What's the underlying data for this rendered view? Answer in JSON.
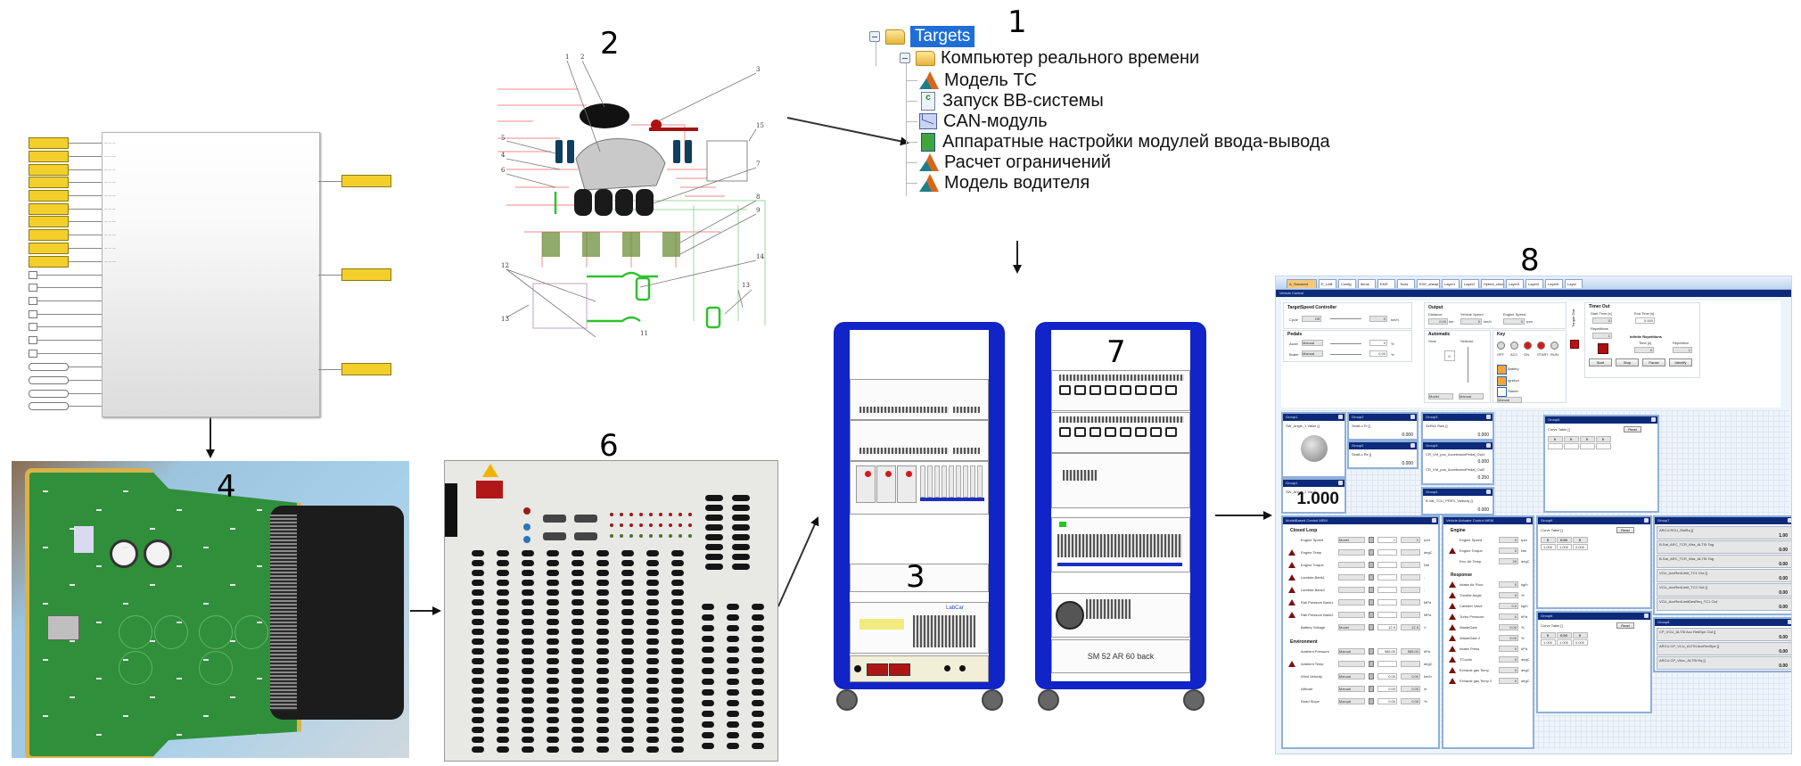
{
  "panel_numbers": {
    "p1": "1",
    "p2": "2",
    "p3": "3",
    "p4": "4",
    "p5": "5",
    "p6": "6",
    "p7": "7",
    "p8": "8"
  },
  "tree": {
    "root": {
      "label": "Targets",
      "icon": "folder-icon",
      "expanded": true,
      "selected": true
    },
    "computer": {
      "label": "Компьютер реального времени",
      "icon": "folder-icon",
      "expanded": true
    },
    "children": [
      {
        "label": "Модель ТС",
        "icon": "simulink-model-icon"
      },
      {
        "label": "Запуск ВВ-системы",
        "icon": "c-script-icon"
      },
      {
        "label": "CAN-модуль",
        "icon": "can-module-icon"
      },
      {
        "label": "Аппаратные настройки модулей ввода-вывода",
        "icon": "io-hardware-icon"
      },
      {
        "label": "Расчет ограничений",
        "icon": "simulink-model-icon"
      },
      {
        "label": "Модель водителя",
        "icon": "simulink-model-icon"
      }
    ],
    "highlight_color": "#1f6ed8"
  },
  "rack7": {
    "bottom_label": "SM 52 AR 60 back"
  },
  "rack3": {
    "brand_label": "LabCar"
  },
  "dashboard": {
    "tabs": [
      "A_Standard",
      "E_LAB",
      "Config",
      "Items",
      "EMS",
      "Tools",
      "EXE_ahead",
      "Layer1",
      "Layer2",
      "Hybrid_check",
      "Layer3",
      "Layer4",
      "Layer5",
      "Layer"
    ],
    "active_tab": 0,
    "header_bar": "Vehicle Control",
    "target_speed": {
      "title": "TargetSpeed Controller",
      "cycle_label": "Cycle",
      "cycle_value": "Off",
      "unit": "km/h",
      "value": "0"
    },
    "pedals": {
      "title": "Pedals",
      "accel_label": "Accel",
      "accel_mode": "Manual",
      "accel_value": "0",
      "brake_label": "Brake",
      "brake_mode": "Manual",
      "brake_value": "0.00",
      "unit": "%"
    },
    "output": {
      "title": "Output",
      "distance_label": "Distance",
      "distance_value": "0.00",
      "distance_unit": "km",
      "speed_label": "Vehicle Speed",
      "speed_value": "0",
      "speed_unit": "km/h",
      "engine_label": "Engine Speed",
      "engine_value": "0",
      "engine_unit": "rpm"
    },
    "automatic": {
      "title": "Automatic",
      "gear_label": "Gear",
      "selector_label": "Selector",
      "gear_value": "0",
      "mode": "Model",
      "selector_mode": "Manual"
    },
    "key": {
      "title": "Key",
      "lamps": [
        "OFF",
        "ACC",
        "ON",
        "START",
        "RUN"
      ],
      "battery": "Battery",
      "ignition": "Ignition",
      "starter": "Starter",
      "mode": "Manual"
    },
    "torque_out": "Torque Out",
    "timer": {
      "title": "Timer Out",
      "start_label": "Start Time [s]",
      "start_value": "0",
      "end_label": "End Time [s]",
      "end_value": "0.000",
      "rep_label": "Repetitions",
      "rep_value": "1",
      "infinite_label": "Infinite Repetitions",
      "time_label": "Time [s]",
      "time_value": "0",
      "repetition_label": "Repetition",
      "repetition_value": "1",
      "buttons": [
        "Start",
        "Stop",
        "Pause",
        "Identify"
      ]
    },
    "groups": {
      "angle_gauge": {
        "title": "Group1",
        "label": "SW_Angle_1 Value []"
      },
      "angle_value": {
        "title": "Group1",
        "label": "SW_Angle_2 Var []",
        "value": "1.000"
      },
      "g2a": {
        "title": "Group2",
        "label": "SeatLo Ft []",
        "value": "0.000"
      },
      "g2b": {
        "title": "Group2",
        "label": "SeatLo Re []",
        "value": "0.000"
      },
      "g3a": {
        "title": "Group3",
        "label": "SeRs1 Raw []",
        "value": "0.000"
      },
      "g3b": {
        "title": "Group3",
        "label": "CR_Vhf_pos_AcceleratorPedal_Out1",
        "value": "0.000"
      },
      "g3c": {
        "label": "CR_Vhf_pos_AcceleratorPedal_Out2",
        "value": "0.250"
      },
      "g4": {
        "title": "Group4",
        "label": "B.Vat_TCU_PRES_Valbody []",
        "value": "0.000"
      },
      "curve_table": {
        "title": "Group5",
        "label": "Curve Table []",
        "read": "Read",
        "cols": [
          "0",
          "0",
          "0",
          "0"
        ]
      },
      "curve_table2": {
        "title": "Group6",
        "label": "Curve Table []",
        "read": "Read",
        "cols": [
          "0",
          "0.00",
          "0"
        ],
        "row": [
          "1.000",
          "1.000",
          "0.000"
        ]
      },
      "curve_table3": {
        "title": "Group6",
        "label": "Curve Table []",
        "read": "Read",
        "cols": [
          "0",
          "0.00",
          "0"
        ],
        "row": [
          "1.000",
          "1.000",
          "0.000"
        ]
      },
      "right_list": {
        "title": "Group7",
        "items": [
          {
            "label": "ARCU.RCU_RatRq []",
            "value": "1.00"
          },
          {
            "label": "B.Sat_ARC_TCR_Wra_ALTSt Tag",
            "value": "0.00"
          },
          {
            "label": "B.Sat_ARC_TCR_Wra_ALTSt Tag",
            "value": "0.00"
          },
          {
            "label": "VCU_AccRedLimit_TC1 Out []",
            "value": "0.00"
          },
          {
            "label": "VCU_AccRedLimit_TC2 Out []",
            "value": "0.00"
          },
          {
            "label": "VCU_AccRedLimitDesReq_TC1 Out",
            "value": "0.00"
          }
        ]
      },
      "right_list2": {
        "title": "Group8",
        "items": [
          {
            "label": "CP_VCU_ALTSt Acc RedSpe Out []",
            "value": "0.00"
          },
          {
            "label": "ARCU.CP_VCU_ALTSt AccRedSpe []",
            "value": "0.00"
          },
          {
            "label": "ARCU.CP_Vhcc_ALTSt Rq []",
            "value": "0.00"
          }
        ]
      }
    },
    "model_control": {
      "title": "ModelBased Control MEM",
      "closed_loop": "Closed Loop",
      "rows": [
        {
          "label": "Engine Speed",
          "mode": "Model",
          "v1": "1",
          "v2": "1",
          "unit": "rpm",
          "warn": false
        },
        {
          "label": "Engine Temp",
          "mode": "",
          "v1": "",
          "v2": "",
          "unit": "degC",
          "warn": true
        },
        {
          "label": "Engine Torque",
          "mode": "",
          "v1": "",
          "v2": "",
          "unit": "Nm",
          "warn": true
        },
        {
          "label": "Lambda Bank1",
          "mode": "",
          "v1": "",
          "v2": "",
          "unit": "-",
          "warn": true
        },
        {
          "label": "Lambda Bank2",
          "mode": "",
          "v1": "",
          "v2": "",
          "unit": "-",
          "warn": true
        },
        {
          "label": "Rail Pressure Bank1",
          "mode": "",
          "v1": "",
          "v2": "",
          "unit": "MPa",
          "warn": true
        },
        {
          "label": "Rail Pressure Bank2",
          "mode": "",
          "v1": "",
          "v2": "",
          "unit": "MPa",
          "warn": true
        },
        {
          "label": "Battery Voltage",
          "mode": "Model",
          "v1": "12.5",
          "v2": "12.5",
          "unit": "V",
          "warn": false
        }
      ],
      "environment": "Environment",
      "env_rows": [
        {
          "label": "Ambient Pressure",
          "mode": "Manual",
          "v1": "985.00",
          "v2": "985.00",
          "unit": "hPa",
          "warn": false
        },
        {
          "label": "Ambient Temp",
          "mode": "",
          "v1": "",
          "v2": "",
          "unit": "degC",
          "warn": true
        },
        {
          "label": "Wind Velocity",
          "mode": "Manual",
          "v1": "0.00",
          "v2": "0.00",
          "unit": "km/h",
          "warn": false
        },
        {
          "label": "Altitude",
          "mode": "Manual",
          "v1": "0.00",
          "v2": "0.00",
          "unit": "m",
          "warn": false
        },
        {
          "label": "Road Slope",
          "mode": "Manual",
          "v1": "0.00",
          "v2": "0.00",
          "unit": "%",
          "warn": false
        }
      ]
    },
    "vehicle_control": {
      "title": "Vehicle Actuator Control MEM",
      "engine": "Engine",
      "rows": [
        {
          "label": "Engine Speed",
          "value": "0",
          "unit": "rpm",
          "warn": false
        },
        {
          "label": "Engine Torque",
          "value": "0",
          "unit": "Nm",
          "warn": true
        },
        {
          "label": "Env. Air Temp",
          "value": "20",
          "unit": "degC",
          "warn": false
        }
      ],
      "response": "Response",
      "resp_rows": [
        {
          "label": "Intake Air Flow",
          "value": "0",
          "unit": "kg/h"
        },
        {
          "label": "Throttle Angle",
          "value": "0",
          "unit": "%"
        },
        {
          "label": "Canister Valve",
          "value": "0.0",
          "unit": "kg/h"
        },
        {
          "label": "Turbo Pressure",
          "value": "0",
          "unit": "hPa"
        },
        {
          "label": "WasteGate",
          "value": "0.00",
          "unit": "%"
        },
        {
          "label": "WasteGate 2",
          "value": "0.00",
          "unit": "%"
        },
        {
          "label": "Intake Press",
          "value": "0",
          "unit": "hPa"
        },
        {
          "label": "TCoolIn",
          "value": "0",
          "unit": "degC"
        },
        {
          "label": "Exhaust gas Temp",
          "value": "0",
          "unit": "degC"
        },
        {
          "label": "Exhaust gas Temp 2",
          "value": "0",
          "unit": "degC"
        }
      ]
    }
  }
}
